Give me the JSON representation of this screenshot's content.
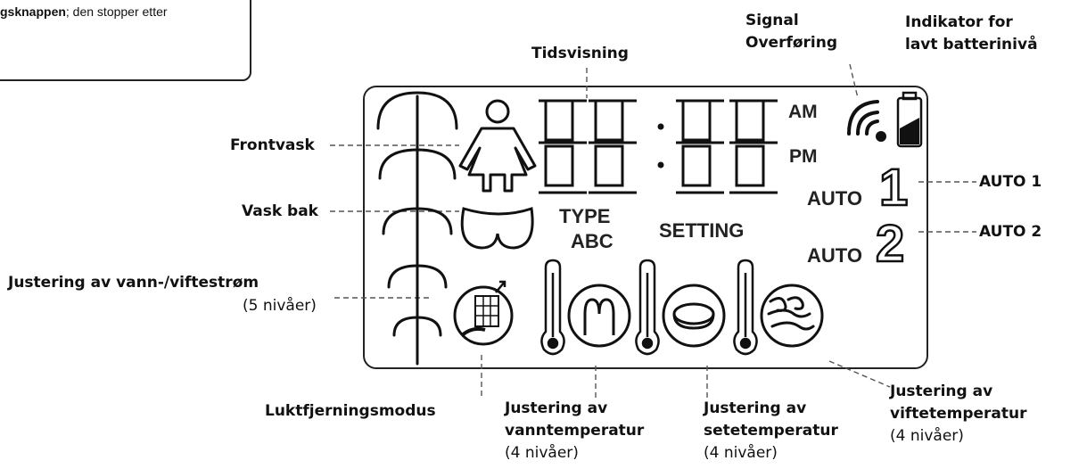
{
  "note": {
    "bold": "gsknappen",
    "rest": "; den stopper etter"
  },
  "lcd": {
    "time_digits": "88:88",
    "am": "AM",
    "pm": "PM",
    "type_line1": "TYPE",
    "type_line2": "ABC",
    "setting": "SETTING",
    "auto1_word": "AUTO",
    "auto1_digit": "1",
    "auto2_word": "AUTO",
    "auto2_digit": "2"
  },
  "labels": {
    "tidsvisning": "Tidsvisning",
    "signal_line1": "Signal",
    "signal_line2": "Overføring",
    "battery_line1": "Indikator for",
    "battery_line2": "lavt batterinivå",
    "frontvask": "Frontvask",
    "vask_bak": "Vask bak",
    "flow_line1": "Justering av vann-/viftestrøm",
    "flow_line2": "(5 nivåer)",
    "auto1": "AUTO 1",
    "auto2": "AUTO 2",
    "luktfjerning": "Luktfjerningsmodus",
    "water_temp_line1": "Justering av",
    "water_temp_line2": "vanntemperatur",
    "water_temp_line3": "(4 nivåer)",
    "seat_temp_line1": "Justering av",
    "seat_temp_line2": "setetemperatur",
    "seat_temp_line3": "(4 nivåer)",
    "fan_temp_line1": "Justering av",
    "fan_temp_line2": "viftetemperatur",
    "fan_temp_line3": "(4 nivåer)"
  },
  "icons": [
    "fountain-flow-icon",
    "woman-figure-icon",
    "buttocks-icon",
    "deodorizer-icon",
    "water-thermometer-icon",
    "water-jet-icon",
    "seat-thermometer-icon",
    "seat-icon",
    "fan-thermometer-icon",
    "warm-air-icon",
    "signal-icon",
    "battery-icon"
  ]
}
